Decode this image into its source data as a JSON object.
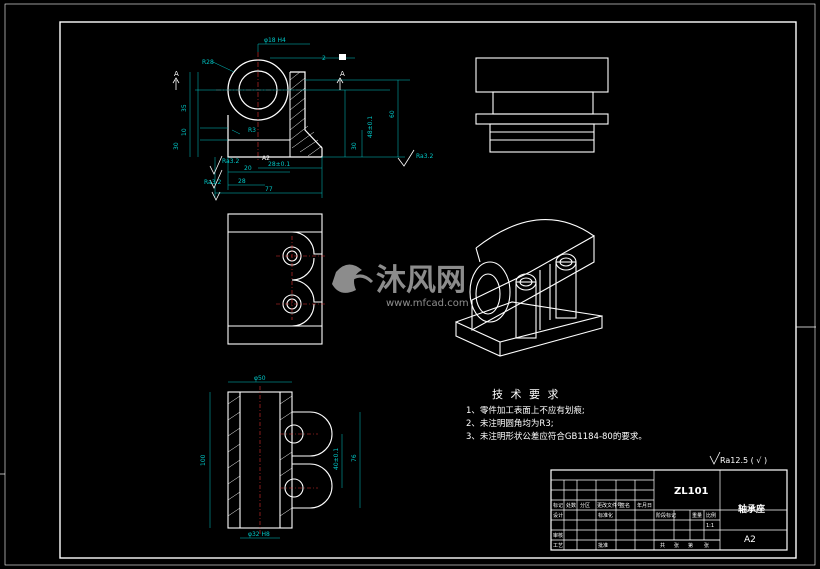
{
  "watermark": {
    "brand": "沐风网",
    "url": "www.mfcad.com"
  },
  "section_marks": {
    "a_left": "A",
    "a_right": "A",
    "a_bottom": "A2"
  },
  "dimensions": {
    "r28": "R28",
    "top_hole": "φ18 H4",
    "flatness": "2",
    "r3": "R3",
    "d35": "35",
    "d10": "10",
    "d48": "48±0.1",
    "d60": "60",
    "d30": "30",
    "d20": "20",
    "d28": "28±0.1",
    "d28b": "28",
    "d77": "77",
    "rough_left": "Ra3.2",
    "rough_left2": "Ra3.2",
    "rough_right": "Ra3.2",
    "d50": "φ50",
    "d100": "100",
    "d40": "40±0.1",
    "d76": "76",
    "d32": "φ32 H8"
  },
  "requirements": {
    "title": "技 术 要 求",
    "items": [
      "1、零件加工表面上不应有划痕;",
      "2、未注明圆角均为R3;",
      "3、未注明形状公差应符合GB1184-80的要求。"
    ]
  },
  "general_roughness": "Ra12.5 ( √ )",
  "title_block": {
    "material": "ZL101",
    "part_name": "轴承座",
    "sheet_size": "A2",
    "scale": "1:1",
    "labels": {
      "mark": "标记",
      "count": "处数",
      "zone": "分区",
      "change_doc": "更改文件号",
      "signature": "签名",
      "date": "年月日",
      "designer": "设计",
      "standardize": "标准化",
      "stage_mark": "阶段标记",
      "weight": "重量",
      "scale_label": "比例",
      "review": "审核",
      "process": "工艺",
      "approve": "批准",
      "sheets_total": "共",
      "sheet_unit": "张",
      "sheet_no": "第"
    }
  }
}
